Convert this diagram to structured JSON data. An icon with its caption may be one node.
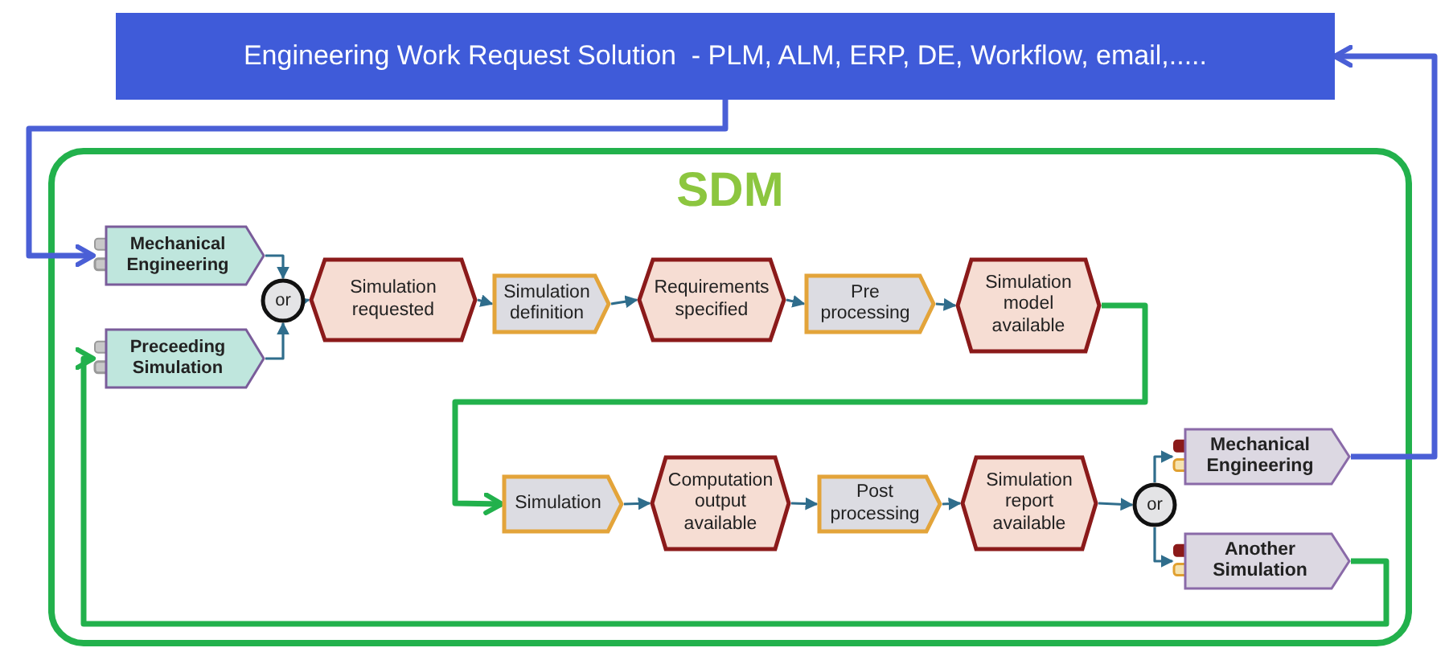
{
  "diagram": {
    "nodes": [
      {
        "text": [
          "Engineering Work Request Solution  - PLM, ALM, ERP, DE, Workflow, email,....."
        ]
      },
      {
        "text": [
          "SDM"
        ]
      },
      {
        "text": [
          "Mechanical Engineering"
        ],
        "in": 1
      },
      {
        "text": [
          "Preceeding Simulation"
        ],
        "in": 1
      },
      {
        "text": [
          "or"
        ],
        "in": 1
      },
      {
        "text": [
          "Simulation requested"
        ],
        "in": 1
      },
      {
        "text": [
          "Simulation definition"
        ],
        "in": 1
      },
      {
        "text": [
          "Requirements specified"
        ],
        "in": 1
      },
      {
        "text": [
          "Pre processing"
        ],
        "in": 1
      },
      {
        "text": [
          "Simulation model available"
        ],
        "in": 1
      },
      {
        "text": [
          "Simulation"
        ],
        "in": 1
      },
      {
        "text": [
          "Computation output available"
        ],
        "in": 1
      },
      {
        "text": [
          "Post processing"
        ],
        "in": 1
      },
      {
        "text": [
          "Simulation report available"
        ],
        "in": 1
      },
      {
        "text": [
          "or"
        ],
        "in": 1
      },
      {
        "text": [
          "Mechanical Engineering"
        ],
        "in": 1
      },
      {
        "text": [
          "Another Simulation"
        ],
        "in": 1
      }
    ],
    "edges": [
      {
        "from": 0,
        "to": 2,
        "arrow": "to",
        "style": "thick",
        "color": "#4a5fd6"
      },
      {
        "from": 2,
        "to": 4,
        "arrow": "to"
      },
      {
        "from": 3,
        "to": 4,
        "arrow": "to"
      },
      {
        "from": 4,
        "to": 5,
        "arrow": "to"
      },
      {
        "from": 5,
        "to": 6,
        "arrow": "to"
      },
      {
        "from": 6,
        "to": 7,
        "arrow": "to"
      },
      {
        "from": 7,
        "to": 8,
        "arrow": "to"
      },
      {
        "from": 8,
        "to": 9,
        "arrow": "to"
      },
      {
        "from": 9,
        "to": 10,
        "arrow": "to",
        "style": "thick",
        "color": "#22b14c"
      },
      {
        "from": 10,
        "to": 11,
        "arrow": "to"
      },
      {
        "from": 11,
        "to": 12,
        "arrow": "to"
      },
      {
        "from": 12,
        "to": 13,
        "arrow": "to"
      },
      {
        "from": 13,
        "to": 14,
        "arrow": "to"
      },
      {
        "from": 14,
        "to": 15,
        "arrow": "to"
      },
      {
        "from": 14,
        "to": 16,
        "arrow": "to"
      },
      {
        "from": 15,
        "to": 0,
        "arrow": "to",
        "style": "thick",
        "color": "#4a5fd6"
      },
      {
        "from": 16,
        "to": 3,
        "arrow": "to",
        "style": "thick",
        "color": "#22b14c"
      }
    ]
  }
}
